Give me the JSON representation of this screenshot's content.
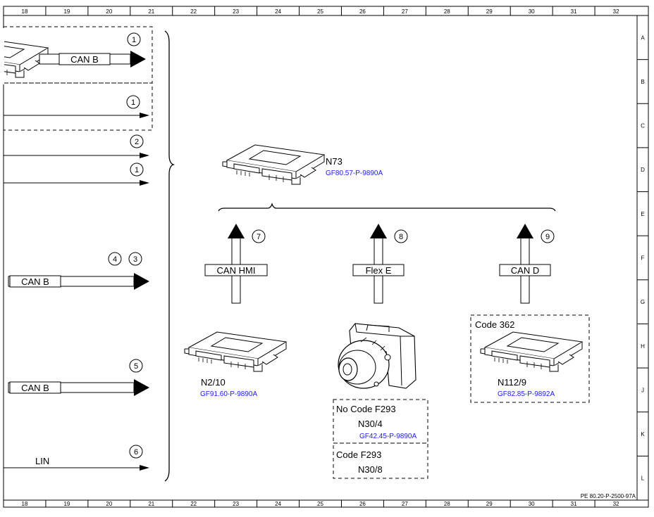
{
  "grid": {
    "columns": [
      "18",
      "19",
      "20",
      "21",
      "22",
      "23",
      "24",
      "25",
      "26",
      "27",
      "28",
      "29",
      "30",
      "31",
      "32"
    ],
    "rows": [
      "A",
      "B",
      "C",
      "D",
      "E",
      "F",
      "G",
      "H",
      "J",
      "K",
      "L"
    ]
  },
  "left_signals": [
    {
      "bus": "CAN B",
      "callouts": [
        "1"
      ]
    },
    {
      "bus": "",
      "callouts": [
        "1"
      ]
    },
    {
      "bus": "",
      "callouts": [
        "2"
      ]
    },
    {
      "bus": "",
      "callouts": [
        "1"
      ]
    },
    {
      "bus": "CAN B",
      "callouts": [
        "4",
        "3"
      ]
    },
    {
      "bus": "CAN B",
      "callouts": [
        "5"
      ]
    },
    {
      "bus": "LIN",
      "callouts": [
        "6"
      ]
    }
  ],
  "components": {
    "n73": {
      "name": "N73",
      "ref": "GF80.57-P-9890A"
    },
    "n2_10": {
      "name": "N2/10",
      "ref": "GF91.60-P-9890A"
    },
    "n112_9": {
      "name": "N112/9",
      "ref": "GF82.85-P-9892A",
      "code_note": "Code 362"
    },
    "n30": {
      "no_code_label": "No Code F293",
      "variant_a_name": "N30/4",
      "variant_a_ref": "GF42.45-P-9890A",
      "code_label": "Code F293",
      "variant_b_name": "N30/8"
    }
  },
  "buses": [
    {
      "label": "CAN HMI",
      "callout": "7"
    },
    {
      "label": "Flex E",
      "callout": "8"
    },
    {
      "label": "CAN D",
      "callout": "9"
    }
  ],
  "doc_id": "PE 80.20-P-2500-97A"
}
